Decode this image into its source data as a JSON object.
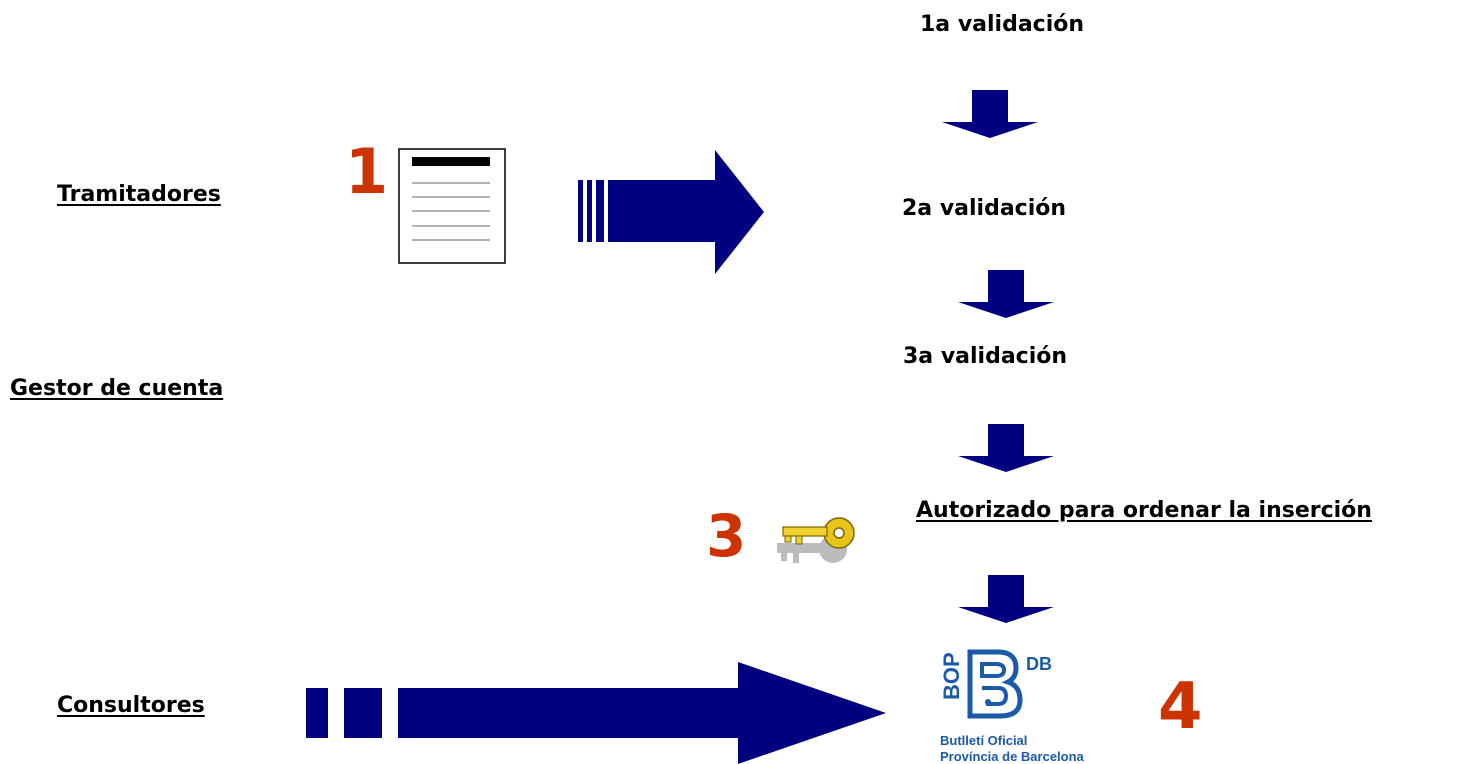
{
  "roles": {
    "tramitadores": "Tramitadores",
    "gestor": "Gestor de cuenta",
    "consultores": "Consultores"
  },
  "steps": {
    "step1": "1a validación",
    "step2": "2a validación",
    "step3": "3a validación",
    "authorized": "Autorizado para ordenar la inserción"
  },
  "numbers": {
    "n1": "1",
    "n3": "3",
    "n4": "4"
  },
  "logo": {
    "line1": "Butlletí Oficial",
    "line2": "Província de Barcelona"
  },
  "colors": {
    "arrow": "#000080",
    "number": "#cc3300",
    "logo": "#1a5aa8"
  },
  "icons": [
    "document-icon",
    "key-icon",
    "bop-logo"
  ]
}
